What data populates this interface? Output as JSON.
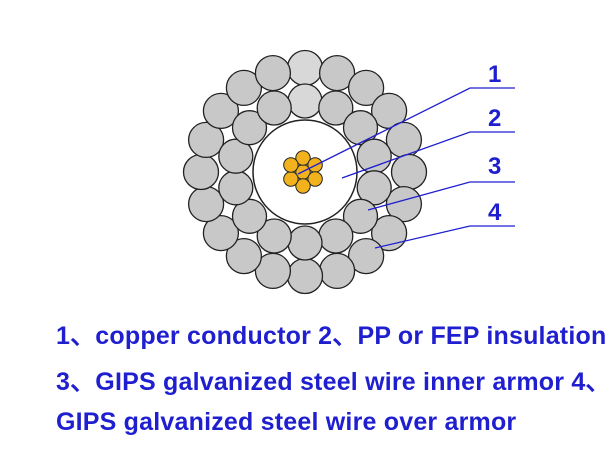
{
  "callouts": [
    {
      "number": "1",
      "target": "copper-conductor"
    },
    {
      "number": "2",
      "target": "insulation"
    },
    {
      "number": "3",
      "target": "inner-armor"
    },
    {
      "number": "4",
      "target": "outer-armor"
    }
  ],
  "caption": {
    "line1": "1、copper conductor  2、PP or FEP insulation",
    "line2": "3、GIPS galvanized steel wire inner armor  4、",
    "line3": "GIPS galvanized steel wire over armor"
  },
  "colors": {
    "steel_wire": "#c8c8c8",
    "steel_wire_light": "#d8d8d8",
    "copper": "#f2b21e",
    "leader_line": "#1f1fd0",
    "caption_text": "#1f1fd0",
    "outline": "#222222"
  }
}
